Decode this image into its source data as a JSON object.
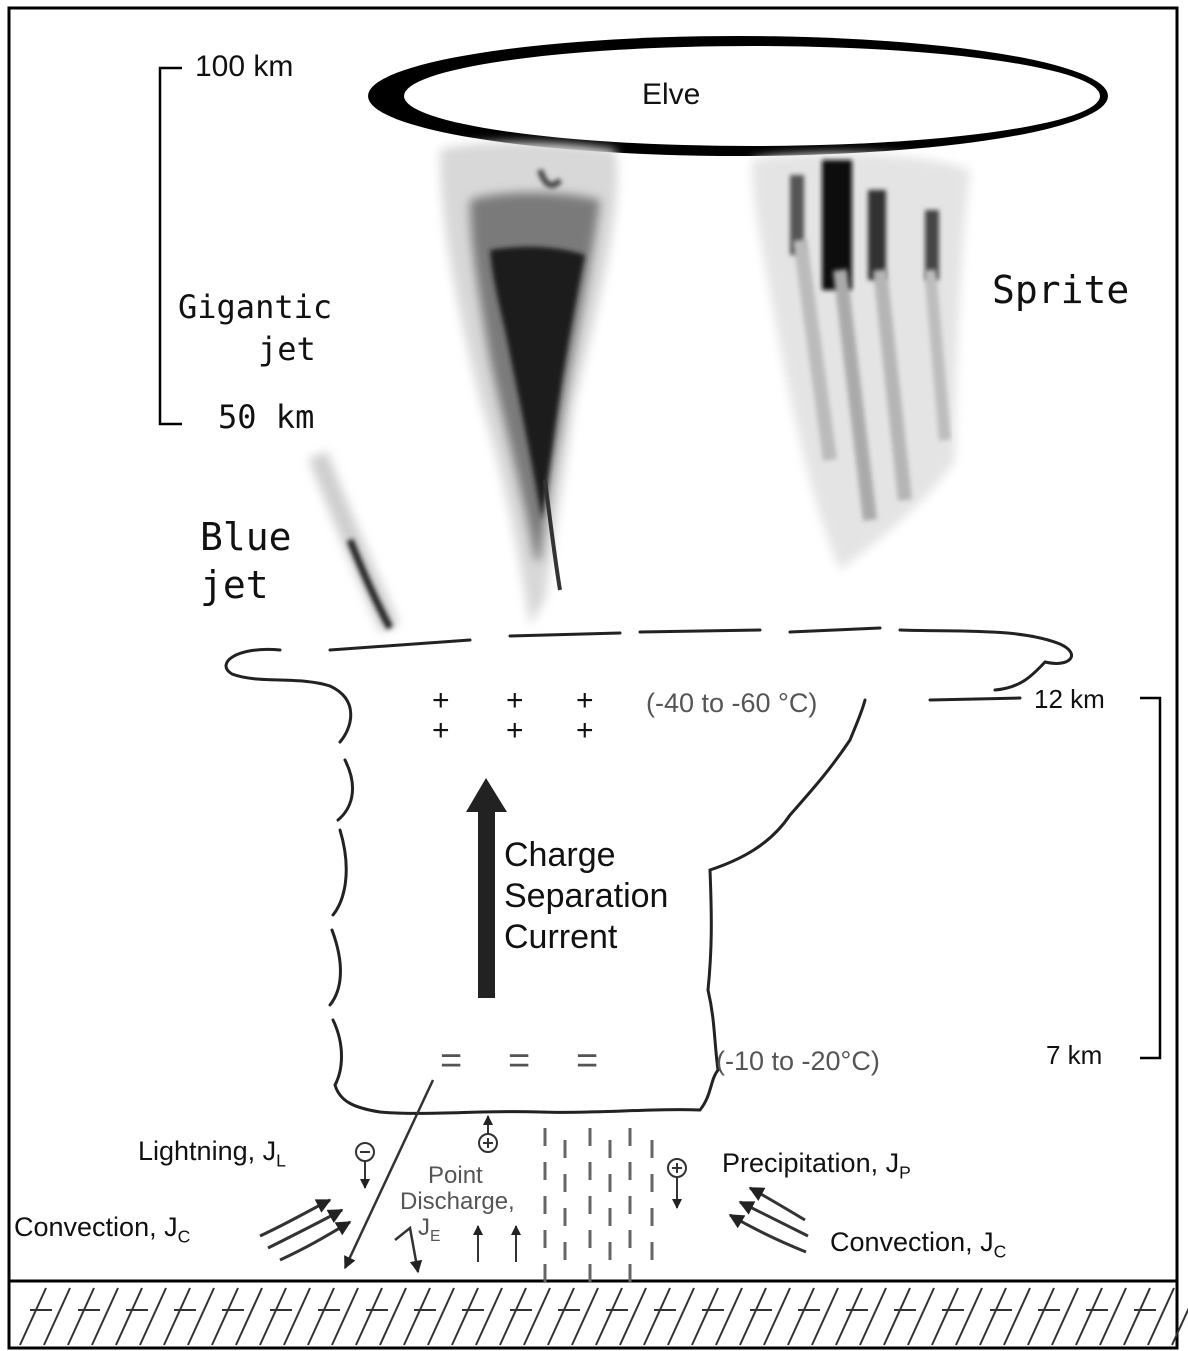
{
  "elve": {
    "label": "Elve"
  },
  "sprite": {
    "label": "Sprite"
  },
  "gigantic_jet": {
    "line1": "Gigantic",
    "line2": "jet"
  },
  "blue_jet": {
    "line1": "Blue",
    "line2": "jet"
  },
  "scale_upper": {
    "top": "100 km",
    "bottom": "50 km"
  },
  "scale_lower": {
    "top": "12 km",
    "bottom": "7 km"
  },
  "temps": {
    "upper": "(-40 to -60 °C)",
    "lower": "(-10 to -20°C)"
  },
  "charges": {
    "positive": "+",
    "negative": "="
  },
  "arrow_label": {
    "line1": "Charge",
    "line2": "Separation",
    "line3": "Current"
  },
  "lightning": {
    "text": "Lightning, J",
    "sub": "L"
  },
  "point_discharge": {
    "line1": "Point",
    "line2": "Discharge,",
    "line3": "J",
    "sub": "E"
  },
  "precipitation": {
    "text": "Precipitation, J",
    "sub": "P"
  },
  "convection_left": {
    "text": "Convection, J",
    "sub": "C"
  },
  "convection_right": {
    "text": "Convection, J",
    "sub": "C"
  }
}
